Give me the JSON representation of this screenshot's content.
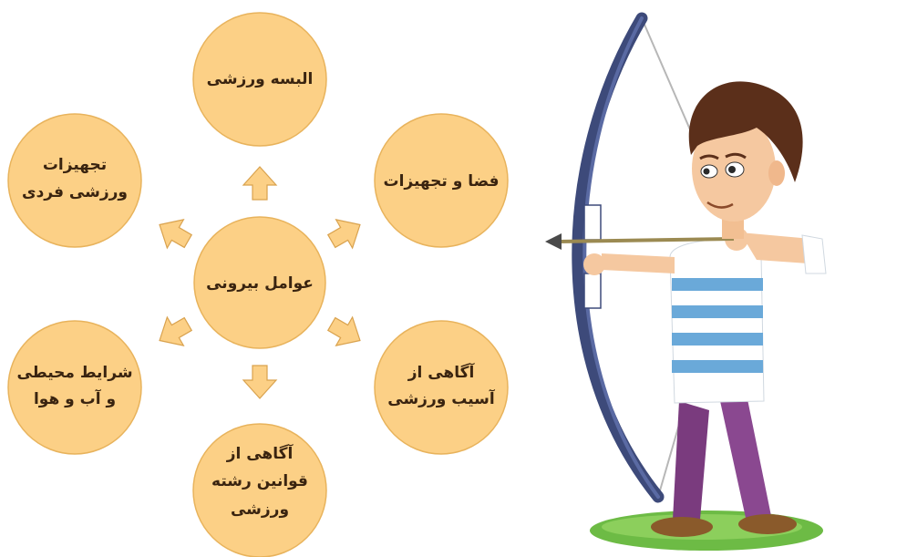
{
  "diagram": {
    "center": {
      "label": "عوامل بیرونی"
    },
    "nodes": [
      {
        "id": "top",
        "lines": [
          "البسه ورزشی"
        ]
      },
      {
        "id": "top-right",
        "lines": [
          "فضا و تجهیزات"
        ]
      },
      {
        "id": "bottom-right",
        "lines": [
          "آگاهی از",
          "آسیب ورزشی"
        ]
      },
      {
        "id": "bottom",
        "lines": [
          "آگاهی از",
          "قوانین رشته",
          "ورزشی"
        ]
      },
      {
        "id": "bottom-left",
        "lines": [
          "شرایط محیطی",
          "و آب و هوا"
        ]
      },
      {
        "id": "top-left",
        "lines": [
          "تجهیزات",
          "ورزشی فردی"
        ]
      }
    ]
  },
  "colors": {
    "circle_fill": "#fcd086",
    "circle_stroke": "#e8b35c",
    "arrow_fill": "#fcd086",
    "arrow_stroke": "#d9a24e"
  },
  "illustration": {
    "subject": "archer-boy-with-bow"
  }
}
